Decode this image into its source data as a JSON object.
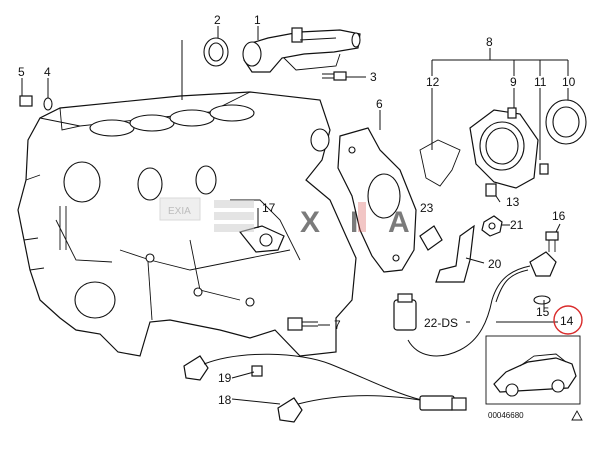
{
  "diagram": {
    "parts": [
      {
        "id": "p1",
        "label": "1"
      },
      {
        "id": "p2",
        "label": "2"
      },
      {
        "id": "p3",
        "label": "3"
      },
      {
        "id": "p4",
        "label": "4"
      },
      {
        "id": "p5",
        "label": "5"
      },
      {
        "id": "p6",
        "label": "6"
      },
      {
        "id": "p7",
        "label": "7"
      },
      {
        "id": "p8",
        "label": "8"
      },
      {
        "id": "p9",
        "label": "9"
      },
      {
        "id": "p10",
        "label": "10"
      },
      {
        "id": "p11",
        "label": "11"
      },
      {
        "id": "p12",
        "label": "12"
      },
      {
        "id": "p13",
        "label": "13"
      },
      {
        "id": "p14",
        "label": "14",
        "highlight_color": "#d92b2b"
      },
      {
        "id": "p15",
        "label": "15"
      },
      {
        "id": "p16",
        "label": "16"
      },
      {
        "id": "p17",
        "label": "17"
      },
      {
        "id": "p18",
        "label": "18"
      },
      {
        "id": "p19",
        "label": "19"
      },
      {
        "id": "p20",
        "label": "20"
      },
      {
        "id": "p21",
        "label": "21"
      },
      {
        "id": "p22",
        "label": "22-DS"
      },
      {
        "id": "p23",
        "label": "23"
      }
    ],
    "reference_code": "00046680",
    "watermark": {
      "logo_text": "EXIA",
      "letters": [
        "X",
        "I",
        "A"
      ]
    }
  },
  "colors": {
    "ink": "#111111",
    "highlight": "#d92b2b",
    "watermark": "#c8c8c8",
    "watermark_accent": "#d9534f"
  }
}
